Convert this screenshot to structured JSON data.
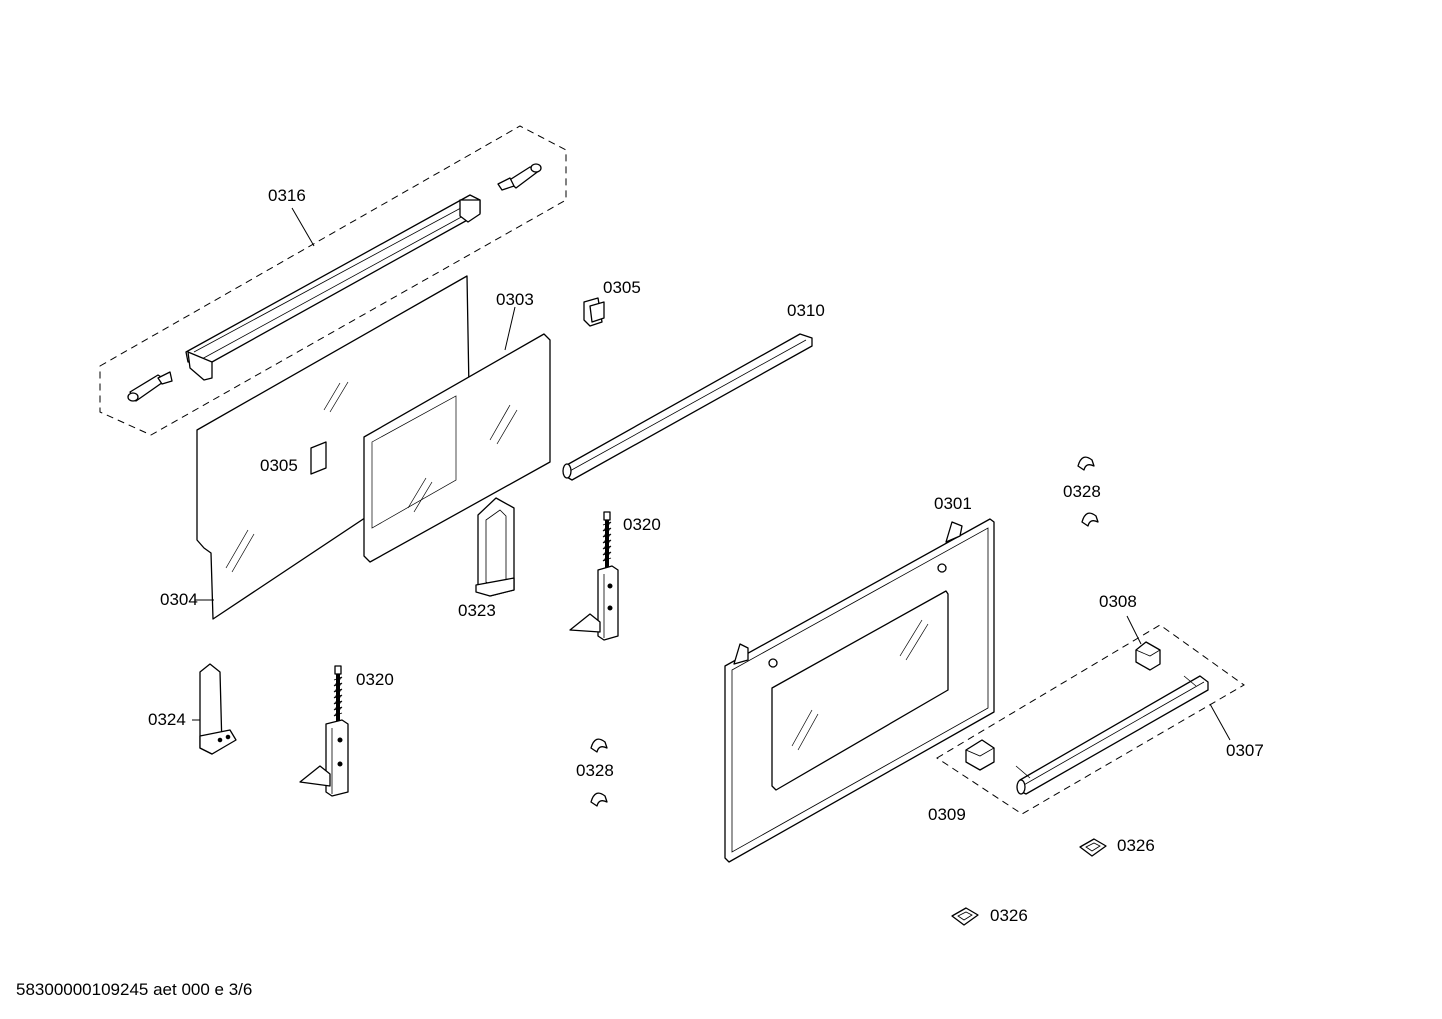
{
  "labels": {
    "p0301": "0301",
    "p0303": "0303",
    "p0304": "0304",
    "p0305": "0305",
    "p0307": "0307",
    "p0308": "0308",
    "p0309": "0309",
    "p0310": "0310",
    "p0316": "0316",
    "p0320": "0320",
    "p0323": "0323",
    "p0324": "0324",
    "p0326": "0326",
    "p0328": "0328"
  },
  "footer": {
    "text": "58300000109245 aet 000 e 3/6"
  }
}
